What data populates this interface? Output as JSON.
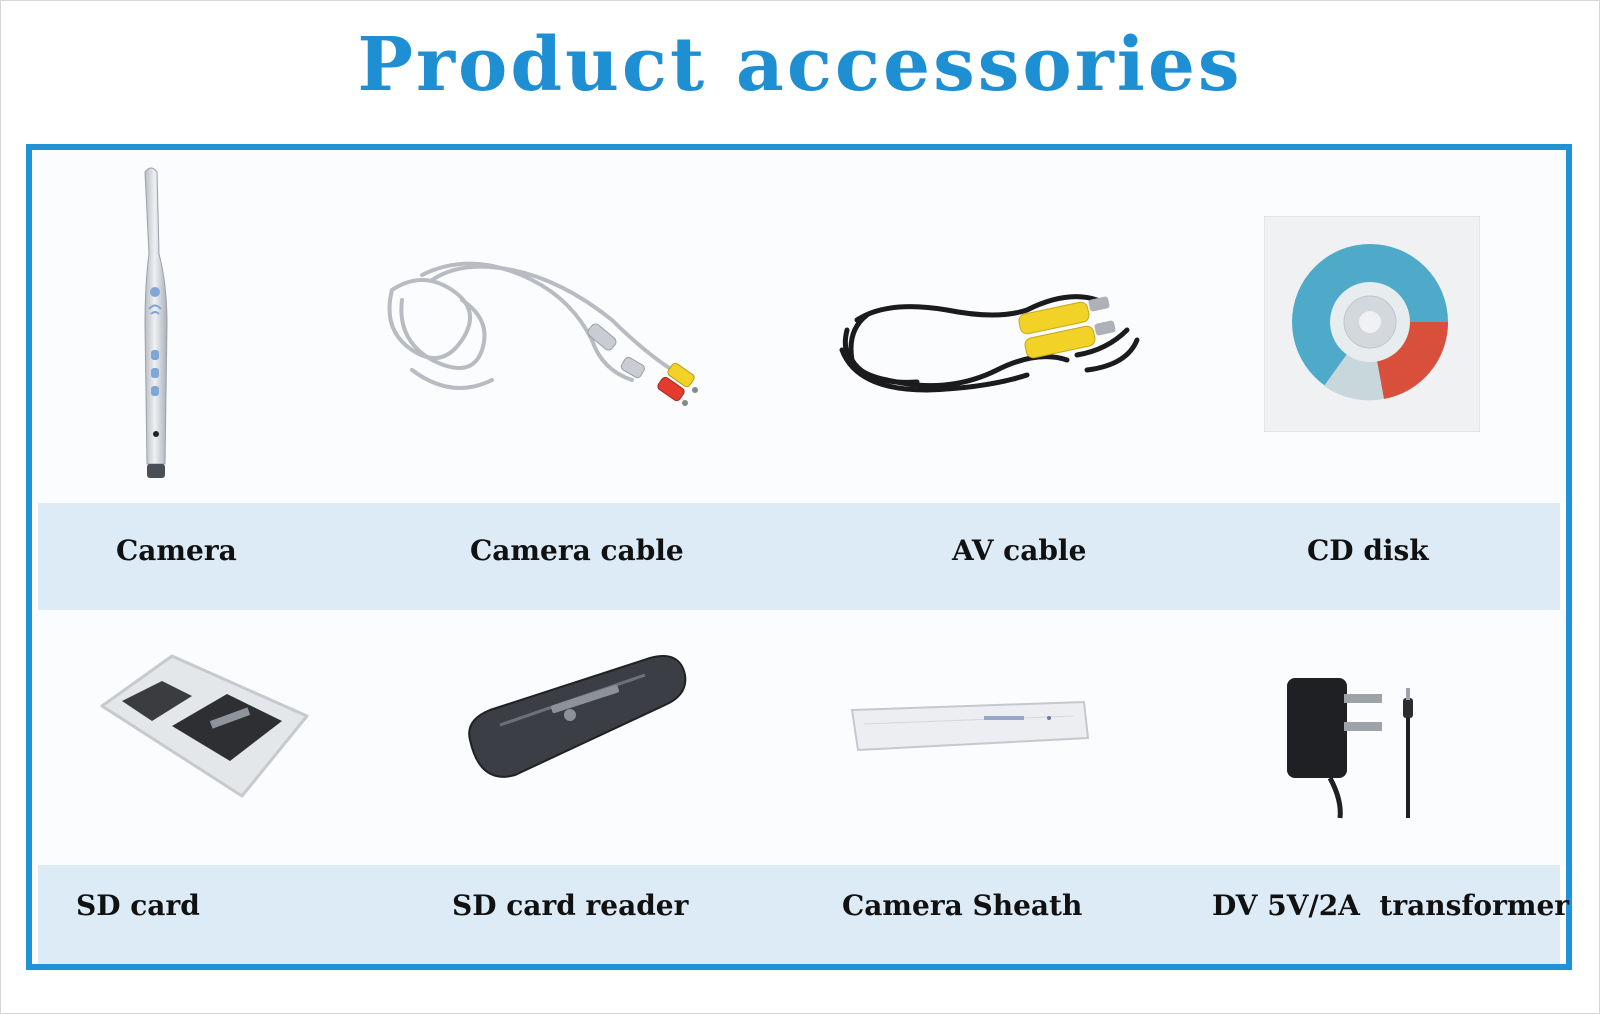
{
  "title": "Product accessories",
  "accessories": [
    {
      "label": "Camera",
      "icon": "intraoral-camera-icon"
    },
    {
      "label": "Camera cable",
      "icon": "camera-cable-icon"
    },
    {
      "label": "AV cable",
      "icon": "av-cable-icon"
    },
    {
      "label": "CD disk",
      "icon": "cd-disk-icon"
    },
    {
      "label": "SD card",
      "icon": "sd-card-icon"
    },
    {
      "label": "SD card reader",
      "icon": "sd-card-reader-icon"
    },
    {
      "label": "Camera Sheath",
      "icon": "camera-sheath-icon"
    },
    {
      "label": "DV 5V/2A  transformer",
      "icon": "power-adapter-icon"
    }
  ],
  "colors": {
    "accent": "#1f93d7",
    "title": "#1e8fd3",
    "label_band": "#dcebf6",
    "rca_yellow": "#f2d227",
    "rca_red": "#e33b2e"
  }
}
